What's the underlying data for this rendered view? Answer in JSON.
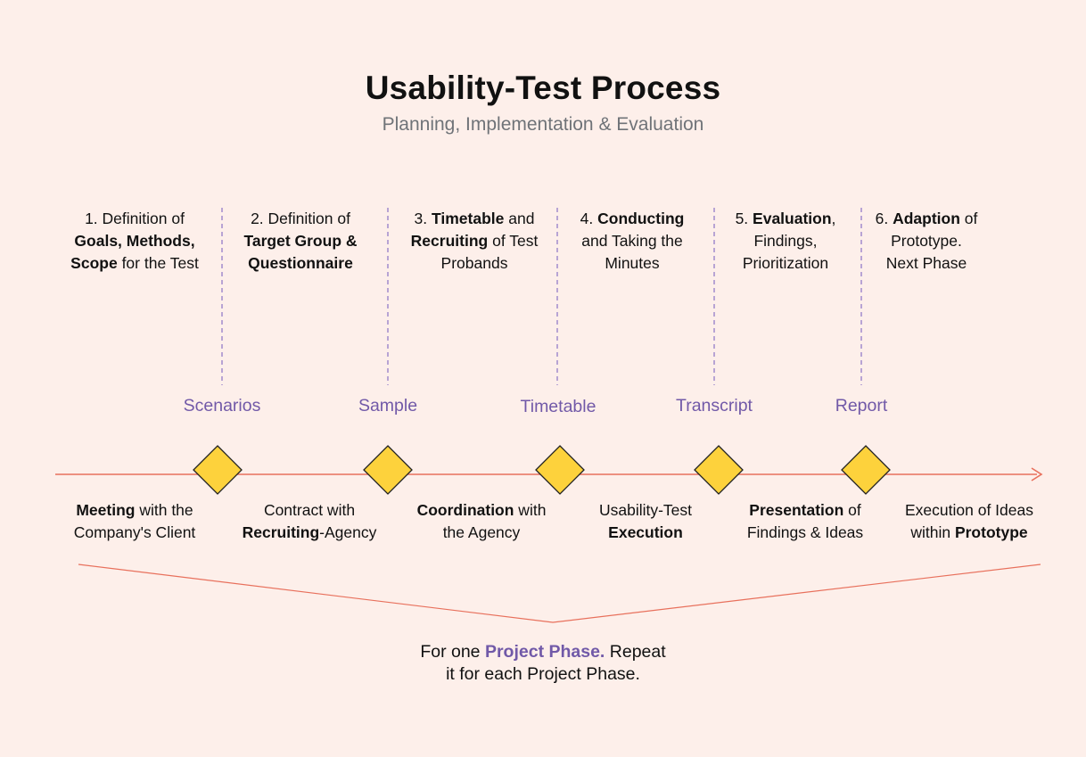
{
  "header": {
    "title": "Usability-Test Process",
    "subtitle": "Planning, Implementation & Evaluation"
  },
  "colors": {
    "background": "#fdefea",
    "timeline": "#e8705c",
    "divider": "#8a72c6",
    "accent_text": "#7159a8",
    "diamond_fill": "#fdd23c",
    "diamond_stroke": "#222222"
  },
  "steps": [
    {
      "l1": {
        "pre": "1. Definition of"
      },
      "l2": {
        "b": "Goals, Methods,"
      },
      "l3": {
        "b": "Scope",
        "post": " for the Test"
      }
    },
    {
      "l1": {
        "pre": "2. Definition of"
      },
      "l2": {
        "b": "Target Group &"
      },
      "l3": {
        "b": "Questionnaire"
      }
    },
    {
      "l1": {
        "pre": "3. ",
        "b": "Timetable",
        "post": " and"
      },
      "l2": {
        "b": "Recruiting",
        "post": " of Test"
      },
      "l3": {
        "pre": "Probands"
      }
    },
    {
      "l1": {
        "pre": "4. ",
        "b": "Conducting"
      },
      "l2": {
        "pre": "and Taking the"
      },
      "l3": {
        "pre": "Minutes"
      }
    },
    {
      "l1": {
        "pre": "5. ",
        "b": "Evaluation",
        "post": ","
      },
      "l2": {
        "pre": "Findings,"
      },
      "l3": {
        "pre": "Prioritization"
      }
    },
    {
      "l1": {
        "pre": "6. ",
        "b": "Adaption",
        "post": " of"
      },
      "l2": {
        "pre": "Prototype."
      },
      "l3": {
        "pre": "Next Phase"
      }
    }
  ],
  "artifacts": [
    "Scenarios",
    "Sample",
    "Timetable",
    "Transcript",
    "Report"
  ],
  "milestones": [
    {
      "l1": {
        "b": "Meeting",
        "post": " with the"
      },
      "l2": {
        "pre": "Company's Client"
      }
    },
    {
      "l1": {
        "pre": "Contract with"
      },
      "l2": {
        "b": "Recruiting",
        "post": "-Agency"
      }
    },
    {
      "l1": {
        "b": "Coordination",
        "post": " with"
      },
      "l2": {
        "pre": "the Agency"
      }
    },
    {
      "l1": {
        "pre": "Usability-Test"
      },
      "l2": {
        "b": "Execution"
      }
    },
    {
      "l1": {
        "b": "Presentation",
        "post": " of"
      },
      "l2": {
        "pre": "Findings & Ideas"
      }
    },
    {
      "l1": {
        "pre": "Execution of Ideas"
      },
      "l2": {
        "pre": "within ",
        "b": "Prototype"
      }
    }
  ],
  "footer": {
    "pre": "For one ",
    "highlight": "Project Phase.",
    "mid": " Repeat",
    "line2": "it for each Project Phase."
  }
}
